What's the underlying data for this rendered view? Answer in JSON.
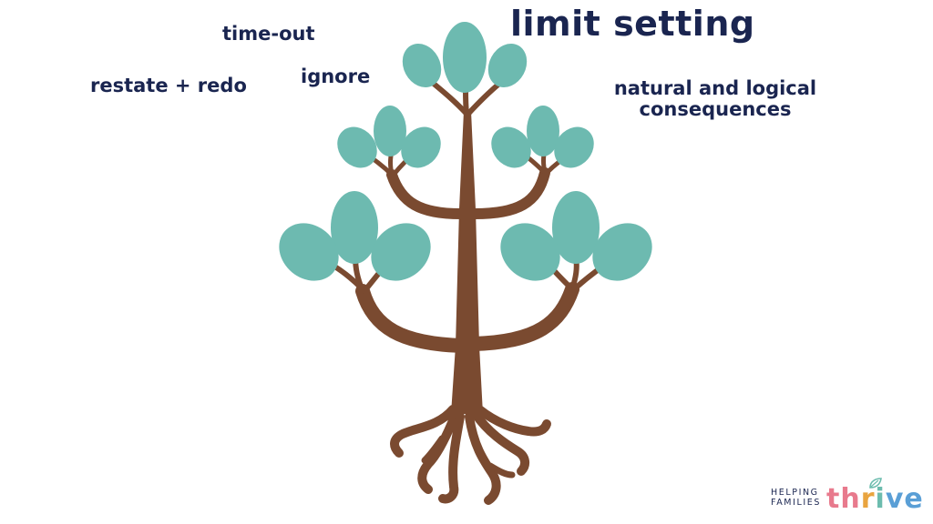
{
  "title": "limit setting",
  "labels": {
    "time_out": "time-out",
    "ignore": "ignore",
    "restate": "restate + redo",
    "natural_line1": "natural and logical",
    "natural_line2": "consequences"
  },
  "brand": {
    "line1": "HELPING",
    "line2": "FAMILIES",
    "word_letters": [
      "t",
      "h",
      "r",
      "i",
      "v",
      "e"
    ],
    "word_colors": [
      "#e87a8d",
      "#e87a8d",
      "#e9a43f",
      "#6cbcae",
      "#5a9fd6",
      "#5a9fd6"
    ],
    "leaf_color": "#6cbcae"
  },
  "colors": {
    "text": "#1a2550",
    "trunk": "#7a4a30",
    "leaf": "#6dbab0"
  }
}
